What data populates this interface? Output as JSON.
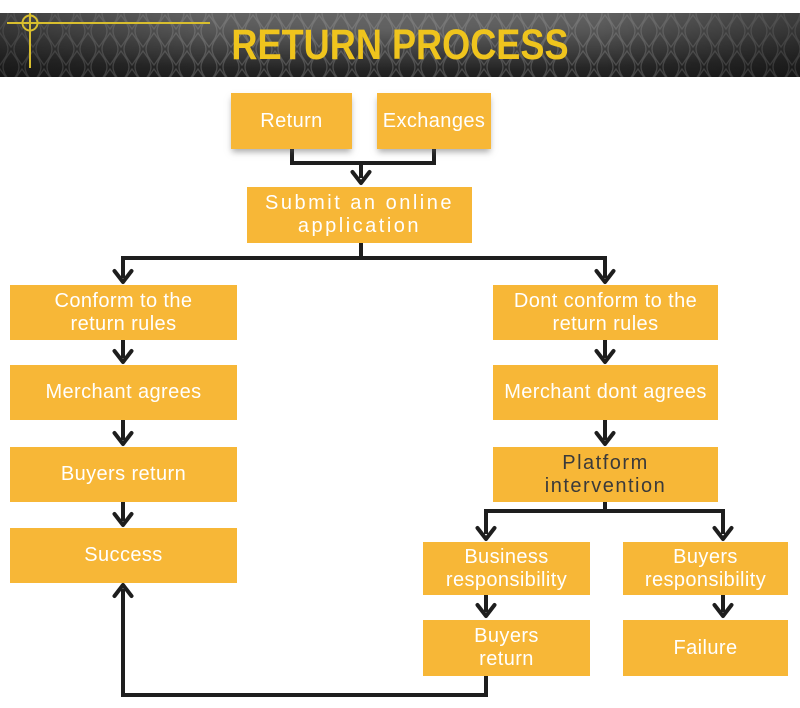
{
  "title": "RETURN PROCESS",
  "colors": {
    "box_fill": "#F7B737",
    "box_text": "#FFFFFF",
    "platform_text": "#3A3A3A",
    "connector": "#1E1E1E",
    "title_text": "#EFC41D",
    "band_background": "#2E2E2E",
    "ornament": "#D8BE2E"
  },
  "nodes": {
    "return": {
      "label": "Return"
    },
    "exchanges": {
      "label": "Exchanges"
    },
    "submit": {
      "label": "Submit an online\napplication"
    },
    "conform": {
      "label": "Conform to the\nreturn rules"
    },
    "merchant_agrees": {
      "label": "Merchant agrees"
    },
    "buyers_return": {
      "label": "Buyers return"
    },
    "success": {
      "label": "Success"
    },
    "dont_conform": {
      "label": "Dont conform to the\nreturn rules"
    },
    "merchant_dont_agrees": {
      "label": "Merchant dont agrees"
    },
    "platform_intervention": {
      "label": "Platform\nintervention"
    },
    "business_responsibility": {
      "label": "Business\nresponsibility"
    },
    "buyers_responsibility": {
      "label": "Buyers\nresponsibility"
    },
    "buyers_return_2": {
      "label": "Buyers\nreturn"
    },
    "failure": {
      "label": "Failure"
    }
  },
  "edges": [
    {
      "from": "return",
      "to": "submit"
    },
    {
      "from": "exchanges",
      "to": "submit"
    },
    {
      "from": "submit",
      "to": "conform"
    },
    {
      "from": "submit",
      "to": "dont_conform"
    },
    {
      "from": "conform",
      "to": "merchant_agrees"
    },
    {
      "from": "merchant_agrees",
      "to": "buyers_return"
    },
    {
      "from": "buyers_return",
      "to": "success"
    },
    {
      "from": "dont_conform",
      "to": "merchant_dont_agrees"
    },
    {
      "from": "merchant_dont_agrees",
      "to": "platform_intervention"
    },
    {
      "from": "platform_intervention",
      "to": "business_responsibility"
    },
    {
      "from": "platform_intervention",
      "to": "buyers_responsibility"
    },
    {
      "from": "business_responsibility",
      "to": "buyers_return_2"
    },
    {
      "from": "buyers_responsibility",
      "to": "failure"
    },
    {
      "from": "buyers_return_2",
      "to": "success"
    }
  ]
}
